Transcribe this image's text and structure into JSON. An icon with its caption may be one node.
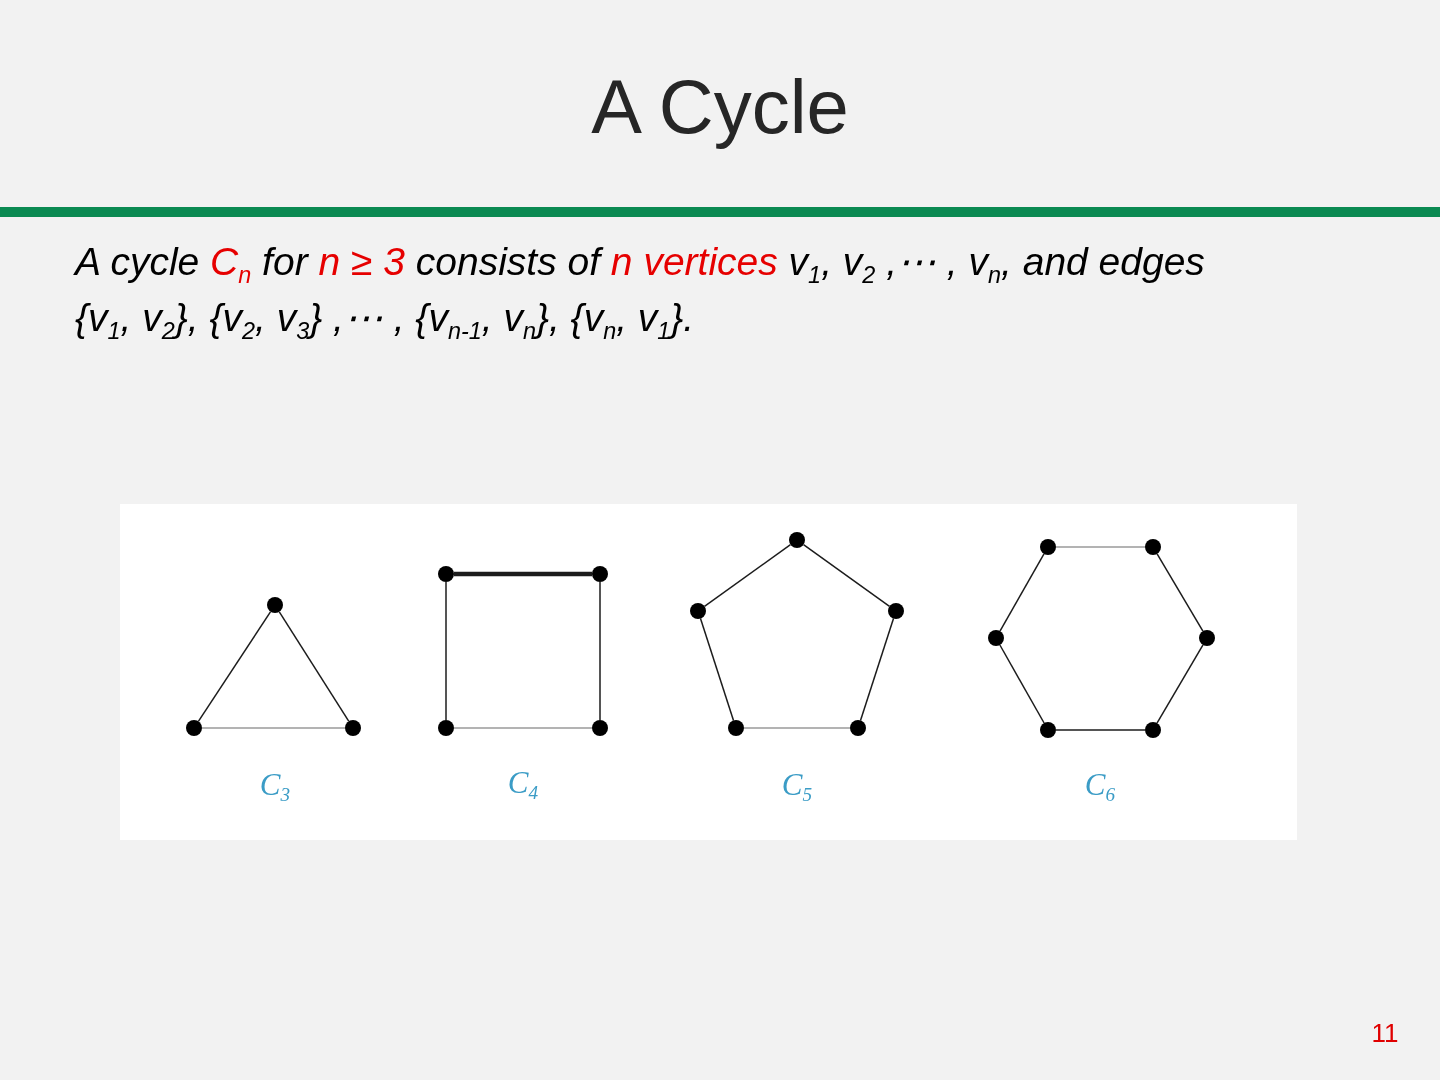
{
  "diagram": {
    "title": "A Cycle",
    "nodes": [
      {
        "text": [],
        "shape": "circle"
      },
      {
        "text": [],
        "shape": "circle"
      },
      {
        "text": [],
        "shape": "circle"
      },
      {
        "text": [],
        "shape": "circle"
      },
      {
        "text": [],
        "shape": "circle"
      },
      {
        "text": [],
        "shape": "circle"
      },
      {
        "text": [],
        "shape": "circle"
      },
      {
        "text": [],
        "shape": "circle"
      },
      {
        "text": [],
        "shape": "circle"
      },
      {
        "text": [],
        "shape": "circle"
      },
      {
        "text": [],
        "shape": "circle"
      },
      {
        "text": [],
        "shape": "circle"
      },
      {
        "text": [],
        "shape": "circle"
      },
      {
        "text": [],
        "shape": "circle"
      },
      {
        "text": [],
        "shape": "circle"
      },
      {
        "text": [],
        "shape": "circle"
      },
      {
        "text": [],
        "shape": "circle"
      },
      {
        "text": [],
        "shape": "circle"
      }
    ],
    "edges": [
      {
        "from": 0,
        "to": 1,
        "arrow": "none"
      },
      {
        "from": 0,
        "to": 2,
        "arrow": "none"
      },
      {
        "from": 1,
        "to": 2,
        "arrow": "none",
        "color": "#9a9a9a"
      },
      {
        "from": 3,
        "to": 4,
        "arrow": "none",
        "style": "thick"
      },
      {
        "from": 3,
        "to": 5,
        "arrow": "none"
      },
      {
        "from": 4,
        "to": 6,
        "arrow": "none"
      },
      {
        "from": 5,
        "to": 6,
        "arrow": "none",
        "color": "#9a9a9a"
      },
      {
        "from": 7,
        "to": 8,
        "arrow": "none"
      },
      {
        "from": 7,
        "to": 9,
        "arrow": "none"
      },
      {
        "from": 8,
        "to": 10,
        "arrow": "none"
      },
      {
        "from": 9,
        "to": 11,
        "arrow": "none"
      },
      {
        "from": 10,
        "to": 11,
        "arrow": "none",
        "color": "#9a9a9a"
      },
      {
        "from": 12,
        "to": 13,
        "arrow": "none",
        "color": "#9a9a9a"
      },
      {
        "from": 12,
        "to": 14,
        "arrow": "none"
      },
      {
        "from": 13,
        "to": 15,
        "arrow": "none"
      },
      {
        "from": 14,
        "to": 16,
        "arrow": "none"
      },
      {
        "from": 15,
        "to": 17,
        "arrow": "none"
      },
      {
        "from": 16,
        "to": 17,
        "arrow": "none"
      }
    ],
    "labels": [
      "A cycle *C*$_{n}$ for *n ≥ 3* consists of *n vertices* v$_{1}$, v$_{2}$ ,⋯ , v$_{n}$, and edges {v$_{1}$, v$_{2}$}, {v$_{2}$, v$_{3}$} ,⋯ , {v$_{n-1}$, v$_{n}$}, {v$_{n}$, v$_{1}$}.",
      "C$_{3}$",
      "C$_{4}$",
      "C$_{5}$",
      "C$_{6}$",
      "11"
    ]
  }
}
